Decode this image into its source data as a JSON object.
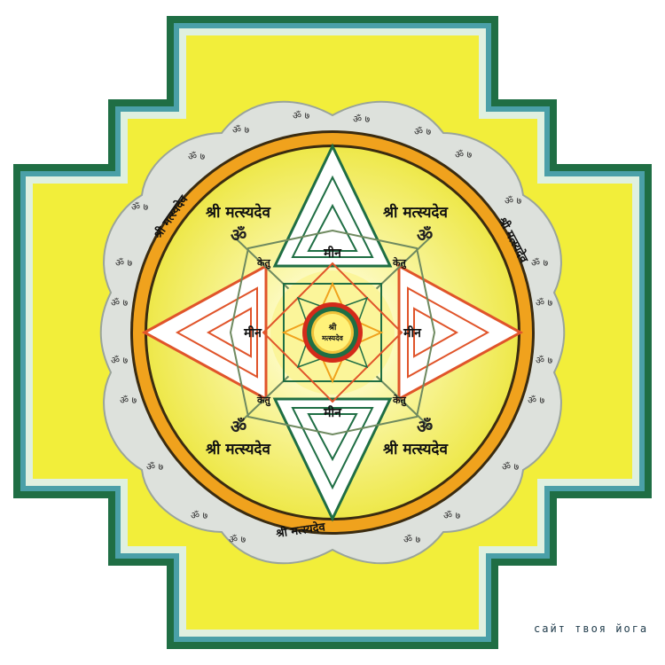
{
  "yantra": {
    "deity_name": "श्री मत्स्यदेव",
    "om": "ॐ",
    "mantra_small": "ॐ ७",
    "min_label": "मीन",
    "ketu_label": "केतु",
    "center_line1": "श्री",
    "center_line2": "मत्स्यदेव"
  },
  "watermark": "сайт твоя йога",
  "colors": {
    "yellow": "#f2ee3a",
    "orange": "#f0a21d",
    "green": "#1f6e44",
    "red": "#d42a1a",
    "grey_petal": "#dde1dc"
  }
}
